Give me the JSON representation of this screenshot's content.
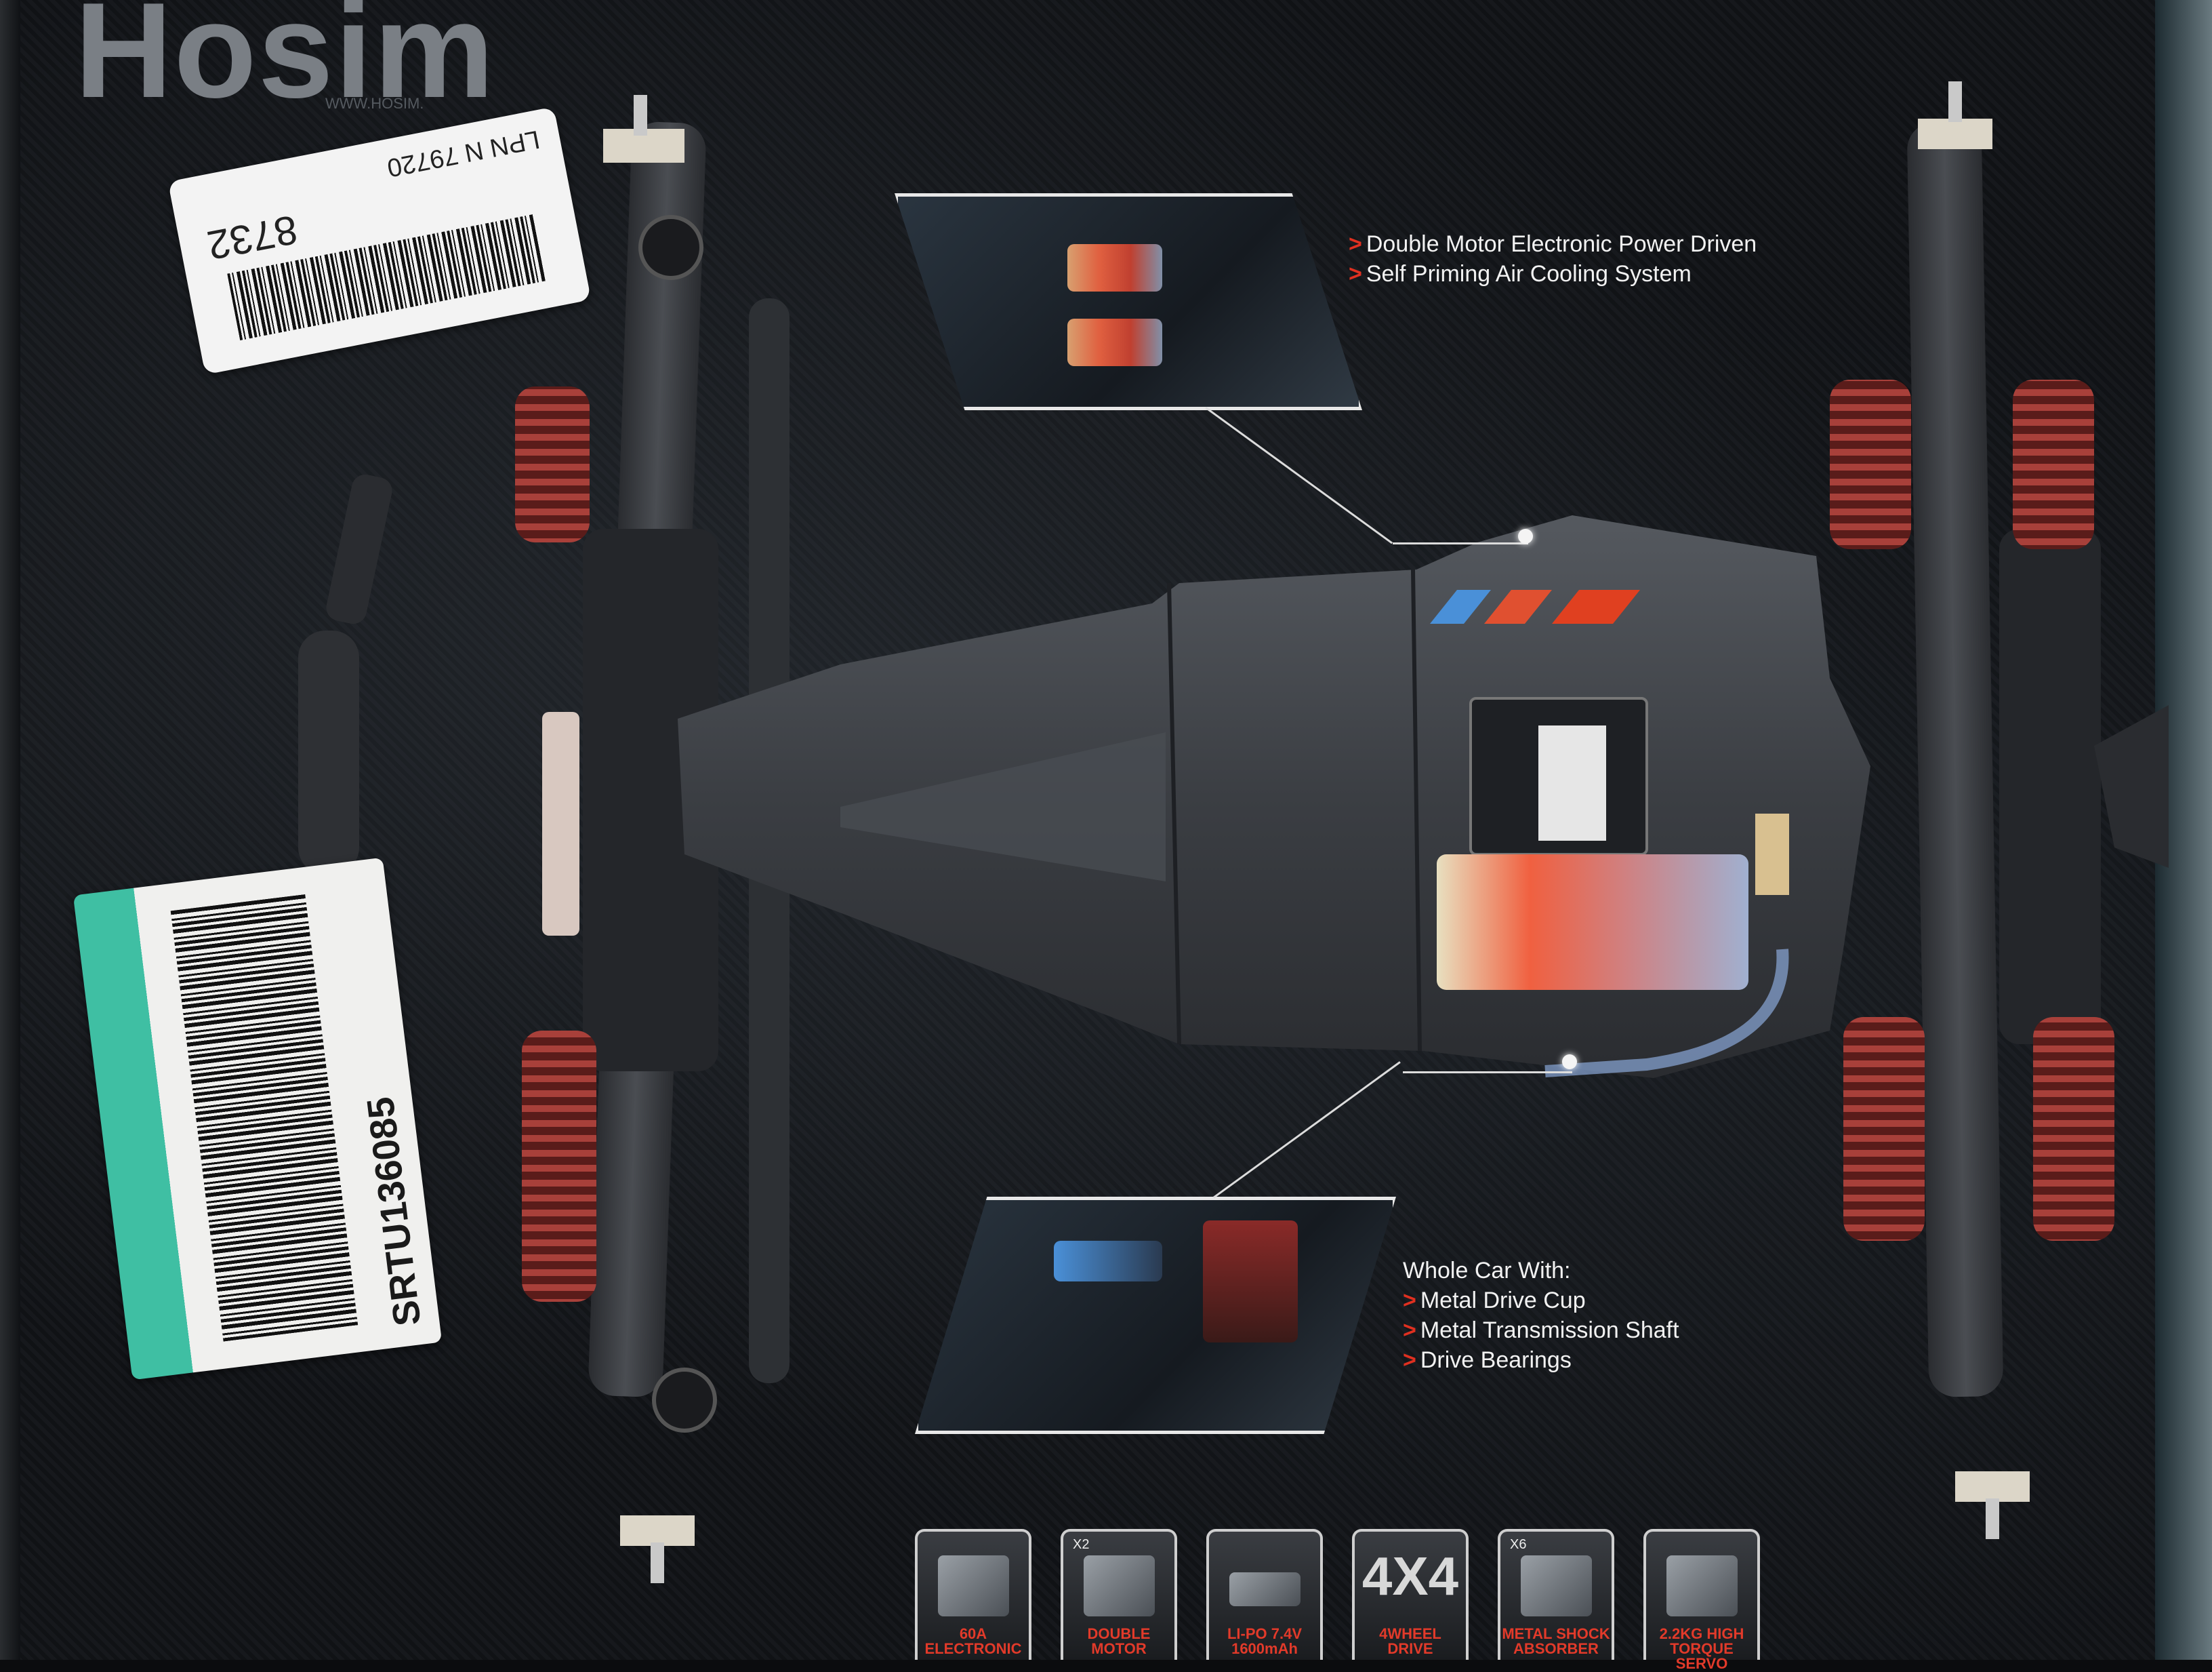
{
  "brand": {
    "name": "Hosim",
    "url": "WWW.HOSIM."
  },
  "labels": {
    "lpn_prefix": "LPN N 79720",
    "lpn_number": "8732",
    "sku": "SRTU136085"
  },
  "callouts": {
    "top": [
      "Double Motor Electronic Power Driven",
      "Self Priming Air Cooling System"
    ],
    "bottom_heading": "Whole Car With:",
    "bottom": [
      "Metal Drive Cup",
      "Metal Transmission Shaft",
      "Drive Bearings"
    ],
    "chevron": ">"
  },
  "features": [
    {
      "tag": "",
      "caption": "60A ELECTRONIC",
      "big": ""
    },
    {
      "tag": "X2",
      "caption": "DOUBLE MOTOR",
      "big": ""
    },
    {
      "tag": "",
      "caption": "LI-PO 7.4V 1600mAh",
      "big": ""
    },
    {
      "tag": "",
      "caption": "4WHEEL DRIVE",
      "big": "4X4"
    },
    {
      "tag": "X6",
      "caption": "METAL SHOCK ABSORBER",
      "big": ""
    },
    {
      "tag": "",
      "caption": "2.2KG HIGH TORQUE SERVO",
      "big": ""
    }
  ],
  "colors": {
    "accent": "#e03020",
    "spring": "#8a2a28",
    "chassis": "#3a3d42",
    "label_green": "#3fbfa3"
  }
}
